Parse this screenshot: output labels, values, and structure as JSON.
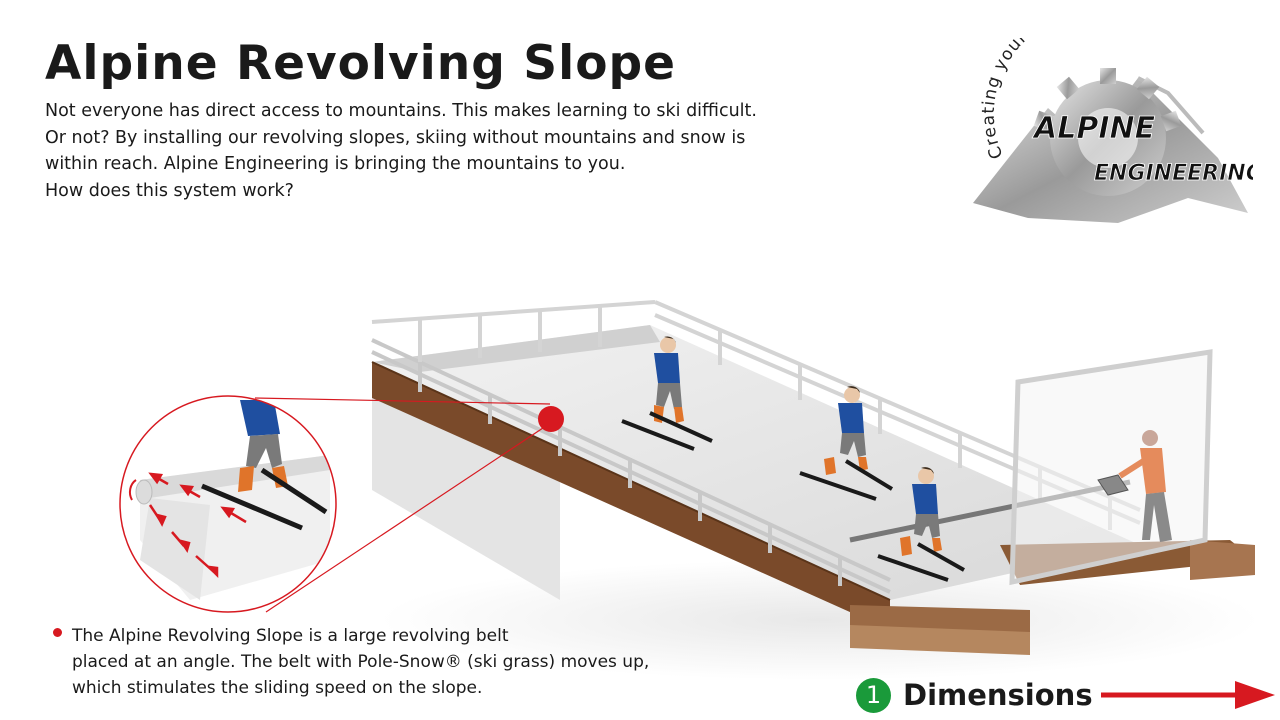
{
  "header": {
    "title": "Alpine Revolving Slope",
    "intro_lines": [
      "Not everyone has direct access to mountains. This makes learning to ski difficult.",
      "Or not? By installing our revolving slopes, skiing without mountains and snow is",
      "within reach. Alpine Engineering is bringing the mountains to you.",
      "How does this system work?"
    ]
  },
  "logo": {
    "arc_text": "Creating your own Alps",
    "line1": "ALPINE",
    "line2": "ENGINEERING"
  },
  "description": {
    "lines": [
      "The Alpine Revolving Slope is a large revolving belt",
      "placed at an angle.  The belt with Pole-Snow® (ski grass) moves up,",
      "which stimulates the sliding speed on the slope."
    ]
  },
  "next_step": {
    "number": "1",
    "label": "Dimensions"
  },
  "colors": {
    "accent_red": "#d71920",
    "step_green": "#1a9a3a",
    "wood_brown": "#7a4a2a",
    "jacket_blue": "#1f4fa0",
    "boot_orange": "#e0742a"
  }
}
